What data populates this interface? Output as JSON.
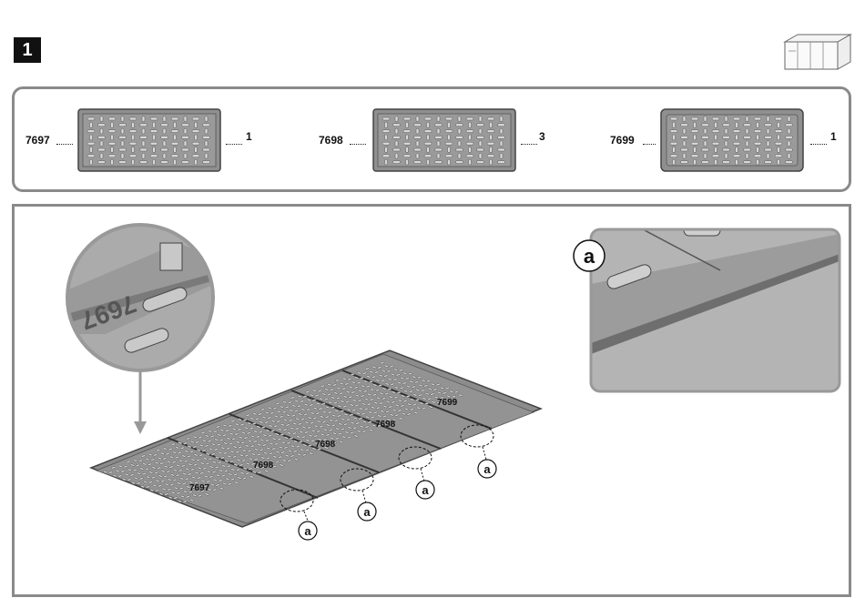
{
  "step": {
    "number": "1"
  },
  "parts": [
    {
      "code": "7697",
      "qty": "1"
    },
    {
      "code": "7698",
      "qty": "3"
    },
    {
      "code": "7699",
      "qty": "1"
    }
  ],
  "assembly": {
    "panel_labels": [
      "7697",
      "7698",
      "7698",
      "7698",
      "7699"
    ],
    "detail_callout": "a",
    "zoom_embossed": "7697"
  }
}
